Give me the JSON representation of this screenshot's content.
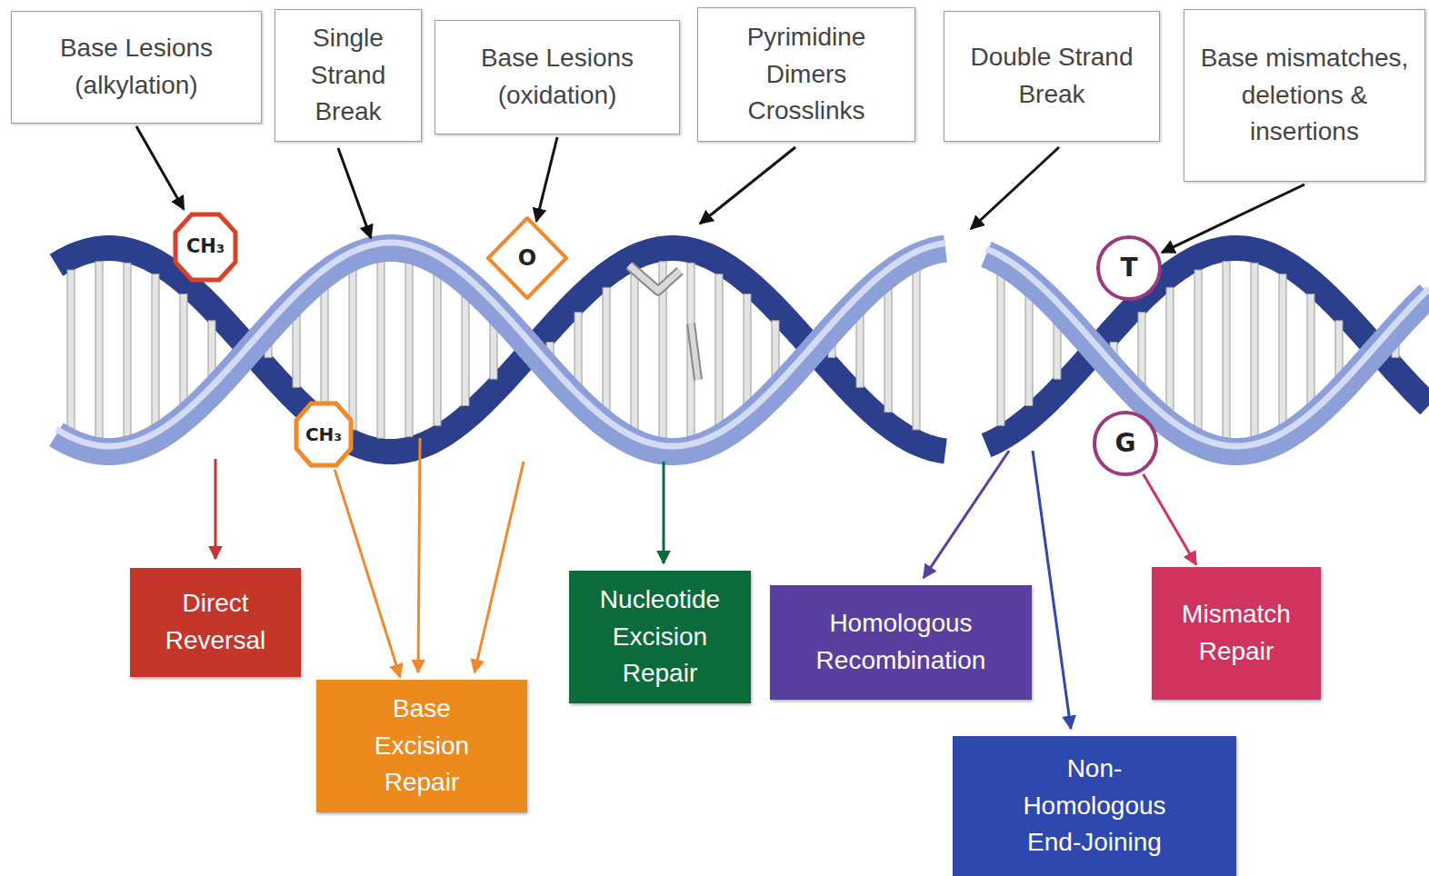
{
  "diagram": {
    "nodes": [
      {
        "text": [
          "Base Lesions (alkylation)"
        ]
      },
      {
        "text": [
          "Single Strand Break"
        ]
      },
      {
        "text": [
          "Base Lesions (oxidation)"
        ]
      },
      {
        "text": [
          "Pyrimidine Dimers Crosslinks"
        ]
      },
      {
        "text": [
          "Double Strand Break"
        ]
      },
      {
        "text": [
          "Base mismatches, deletions & insertions"
        ]
      },
      {
        "text": [
          "CH₃"
        ]
      },
      {
        "text": [
          "CH₃"
        ]
      },
      {
        "text": [
          "O"
        ]
      },
      {
        "text": [
          "T"
        ]
      },
      {
        "text": [
          "G"
        ]
      },
      {
        "text": [
          "Direct Reversal"
        ]
      },
      {
        "text": [
          "Base Excision Repair"
        ]
      },
      {
        "text": [
          "Nucleotide Excision Repair"
        ]
      },
      {
        "text": [
          "Homologous Recombination"
        ]
      },
      {
        "text": [
          "Non- Homologous End-Joining"
        ]
      },
      {
        "text": [
          "Mismatch Repair"
        ]
      }
    ],
    "edges": [
      {
        "from": 0,
        "to": 6,
        "arrow": "to"
      },
      {
        "from": 2,
        "to": 8,
        "arrow": "to"
      },
      {
        "from": 5,
        "to": 9,
        "arrow": "to"
      },
      {
        "from": 7,
        "to": 12,
        "arrow": "to"
      },
      {
        "from": 10,
        "to": 16,
        "arrow": "to"
      }
    ]
  }
}
